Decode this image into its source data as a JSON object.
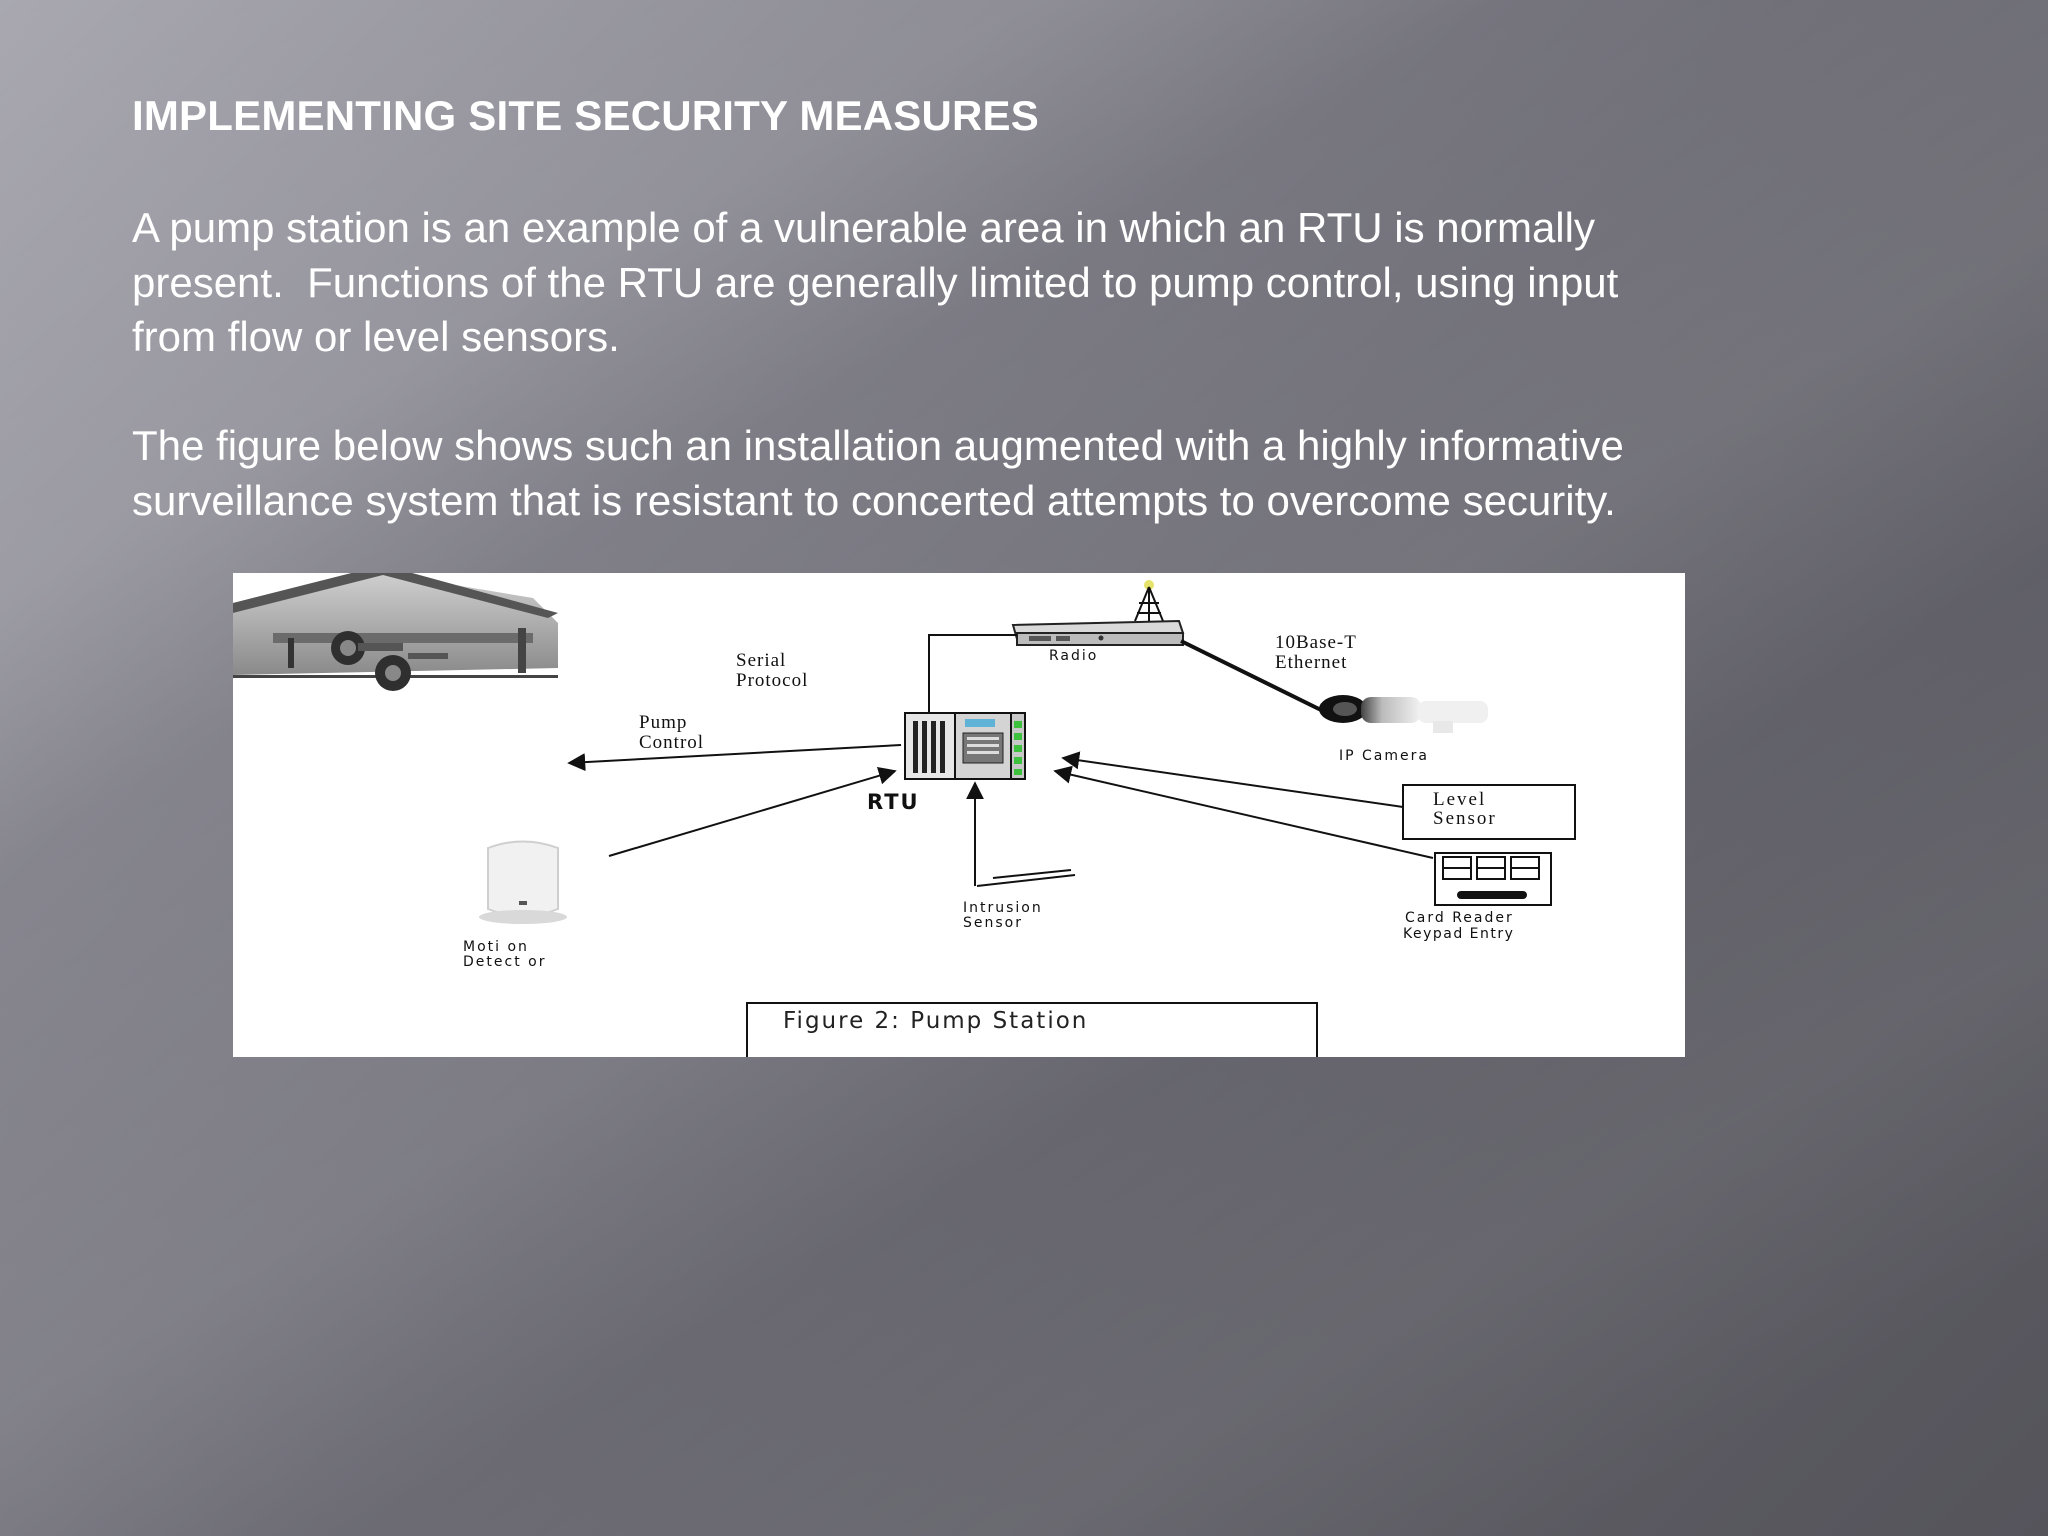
{
  "slide": {
    "title": "IMPLEMENTING SITE SECURITY MEASURES",
    "paragraph1": "A pump station is an example of a vulnerable area in which an RTU is normally\npresent.  Functions of the RTU are generally limited to pump control, using input\nfrom flow or level sensors.",
    "paragraph2": "The figure below shows such an installation augmented with a highly informative\nsurveillance system that is resistant to concerted attempts to overcome security."
  },
  "figure": {
    "labels": {
      "serial_1": "Serial",
      "serial_2": "Protocol",
      "radio": "Radio",
      "ethernet_1": "10Base-T",
      "ethernet_2": "Ethernet",
      "pump_1": "Pump",
      "pump_2": "Control",
      "rtu": "RTU",
      "ip_camera": "IP Camera",
      "level_1": "Level",
      "level_2": "Sensor",
      "card_1": "Card Reader",
      "card_2": "Keypad Entry",
      "intrusion_1": "Intrusion",
      "intrusion_2": "Sensor",
      "motion_1": "Moti on",
      "motion_2": "Detect or"
    },
    "caption": "Figure 2: Pump Station"
  }
}
